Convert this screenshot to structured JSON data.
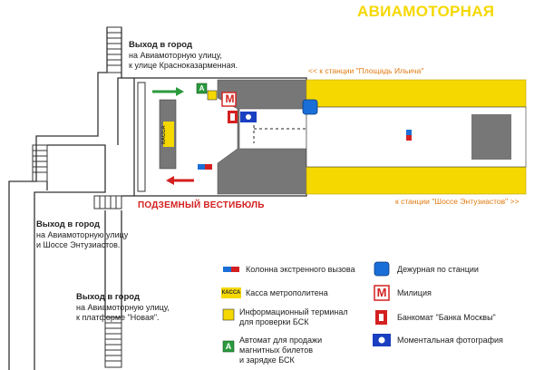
{
  "station_name": "АВИАМОТОРНАЯ",
  "exits": [
    {
      "heading": "Выход в город",
      "line1": "на Авиамоторную улицу,",
      "line2": "к улице Красноказарменная."
    },
    {
      "heading": "Выход в город",
      "line1": "на Авиамоторную улицу",
      "line2": "и Шоссе Энтузиастов."
    },
    {
      "heading": "Выход в город",
      "line1": "на Авиамоторную улицу,",
      "line2": "к платформе \"Новая\"."
    }
  ],
  "directions": {
    "top": "<< к станции \"Площадь Ильича\"",
    "bottom": "к станции \"Шоссе Энтузиастов\" >>"
  },
  "vestibule_label": "ПОДЗЕМНЫЙ ВЕСТИБЮЛЬ",
  "kassa_label": "КАССА",
  "militia_symbol": "М",
  "ticket_machine_symbol": "A",
  "legend": {
    "emergency_call": "Колонна экстренного вызова",
    "ticket_office": "Касса метрополитена",
    "info_terminal_l1": "Информационный терминал",
    "info_terminal_l2": "для проверки БСК",
    "ticket_machine_l1": "Автомат для продажи",
    "ticket_machine_l2": "магнитных билетов",
    "ticket_machine_l3": "и зарядке БСК",
    "station_duty": "Дежурная по станции",
    "militia": "Милиция",
    "atm": "Банкомат \"Банка Москвы\"",
    "photo": "Моментальная фотография"
  },
  "colors": {
    "yellow": "#f5d800",
    "gray": "#777777",
    "red": "#d42020",
    "blue": "#1a6fd6",
    "green": "#2a9a3c",
    "orange_text": "#e07a10"
  }
}
